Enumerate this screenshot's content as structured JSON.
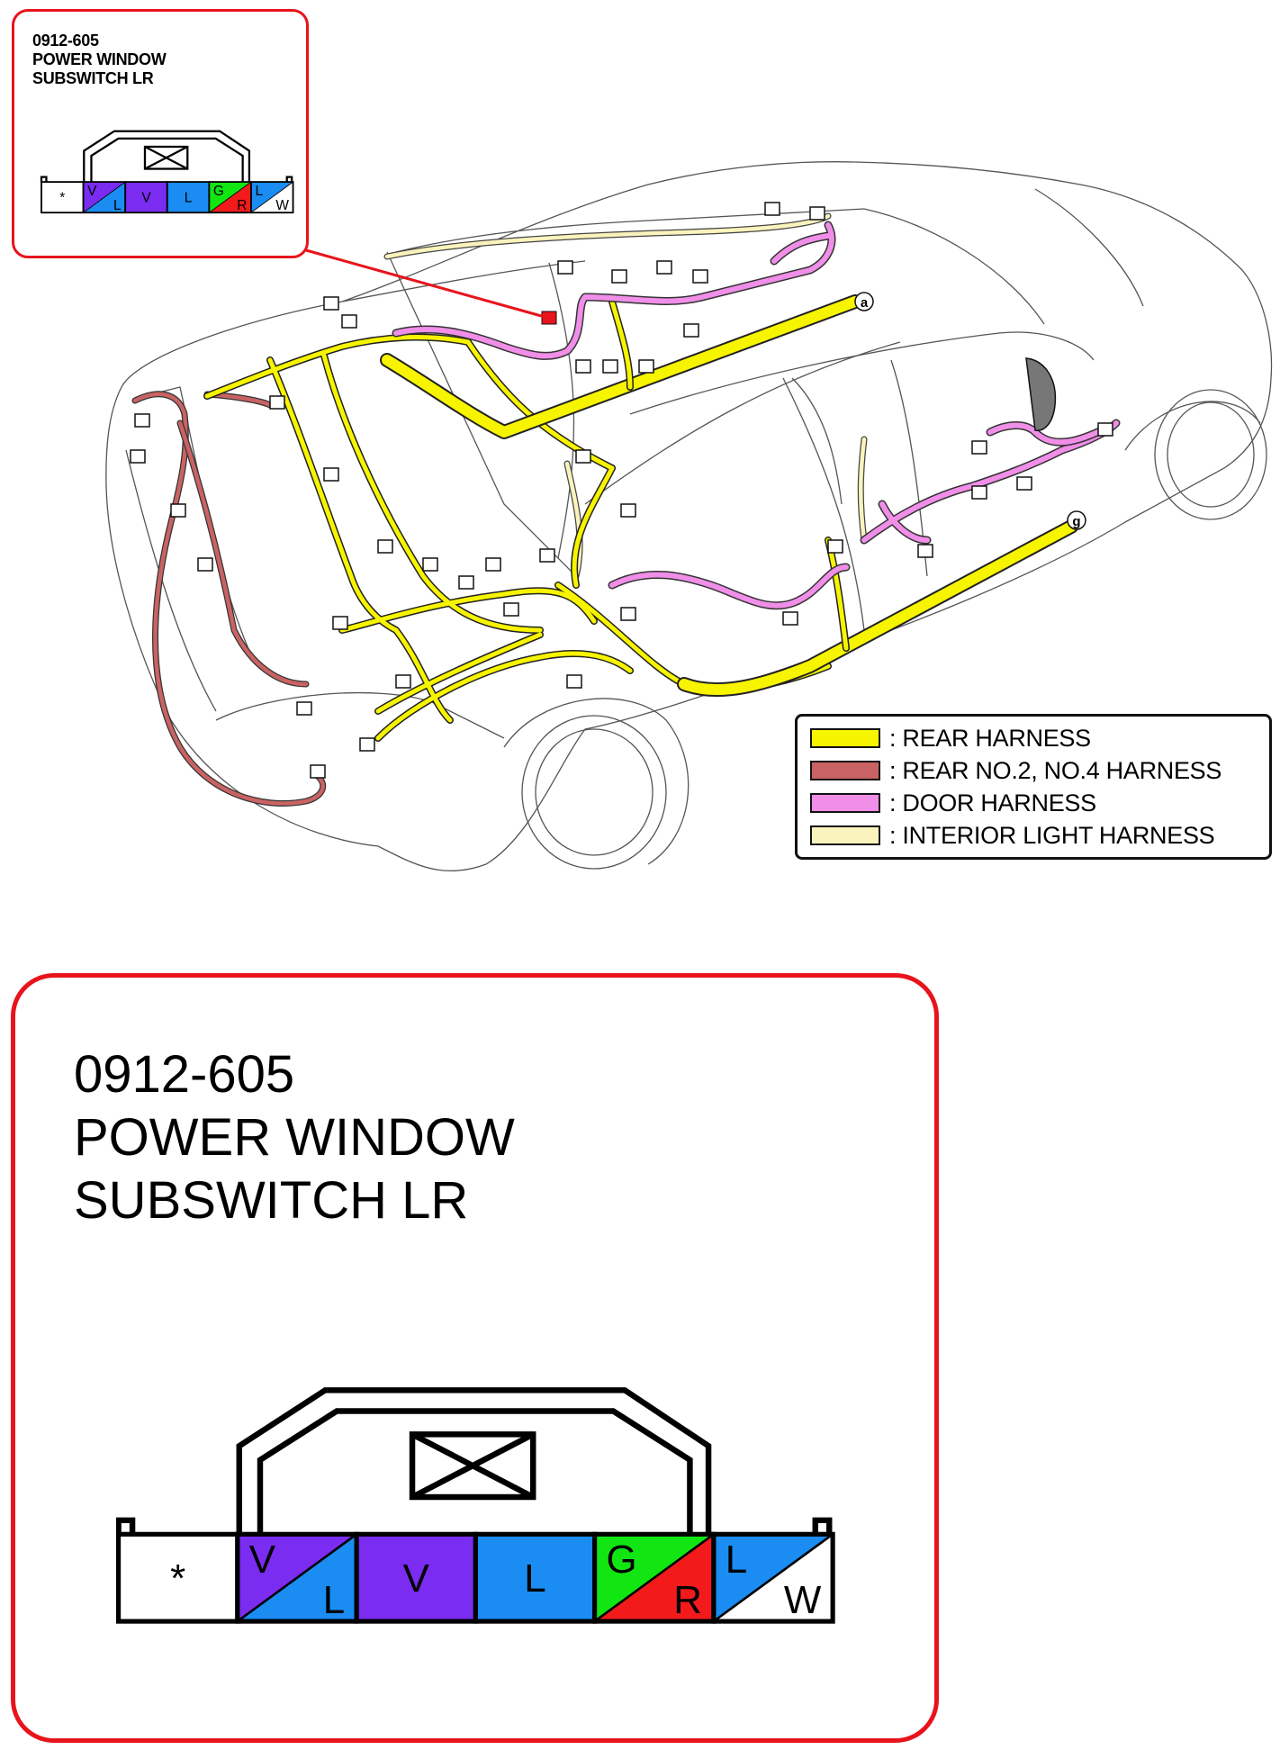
{
  "connector": {
    "code": "0912-605",
    "name_line1": "POWER WINDOW",
    "name_line2": "SUBSWITCH LR",
    "pins": [
      {
        "top": "*",
        "bottom": "",
        "top_color": "#ffffff",
        "bottom_color": "#ffffff"
      },
      {
        "top": "V",
        "bottom": "L",
        "top_color": "#7a2cf0",
        "bottom_color": "#1a8cf2"
      },
      {
        "top": "V",
        "bottom": "",
        "top_color": "#7a2cf0",
        "bottom_color": "#7a2cf0"
      },
      {
        "top": "L",
        "bottom": "",
        "top_color": "#1a8cf2",
        "bottom_color": "#1a8cf2"
      },
      {
        "top": "G",
        "bottom": "R",
        "top_color": "#12e612",
        "bottom_color": "#f21a1a"
      },
      {
        "top": "L",
        "bottom": "W",
        "top_color": "#1a8cf2",
        "bottom_color": "#ffffff"
      }
    ]
  },
  "legend": [
    {
      "label": ": REAR HARNESS",
      "color": "#f7f400"
    },
    {
      "label": ": REAR NO.2, NO.4 HARNESS",
      "color": "#c96363"
    },
    {
      "label": ": DOOR HARNESS",
      "color": "#f08ee8"
    },
    {
      "label": ": INTERIOR LIGHT HARNESS",
      "color": "#fbf3bd"
    }
  ],
  "point_labels": [
    "a",
    "g"
  ],
  "colors": {
    "callout_border": "#e8141c",
    "rear_harness": "#f7f400",
    "rear_no2_no4_harness": "#c96363",
    "door_harness": "#f08ee8",
    "interior_light_harness": "#fbf3bd"
  }
}
